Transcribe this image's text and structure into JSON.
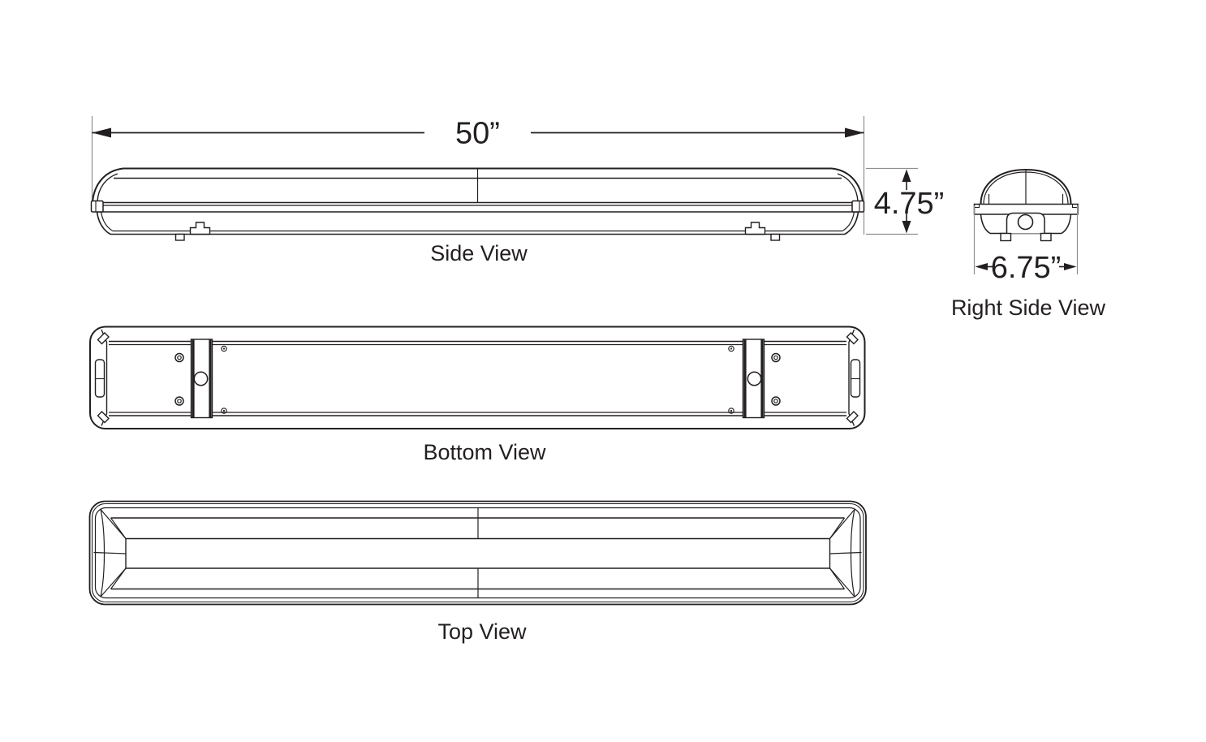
{
  "drawing": {
    "labels": {
      "side_view": "Side View",
      "bottom_view": "Bottom View",
      "top_view": "Top View",
      "right_side_view": "Right Side View"
    },
    "dimensions": {
      "length": "50”",
      "height": "4.75”",
      "width": "6.75”"
    },
    "colors": {
      "line": "#231f20",
      "extension_line": "#8f8f8f",
      "background": "#ffffff"
    }
  }
}
